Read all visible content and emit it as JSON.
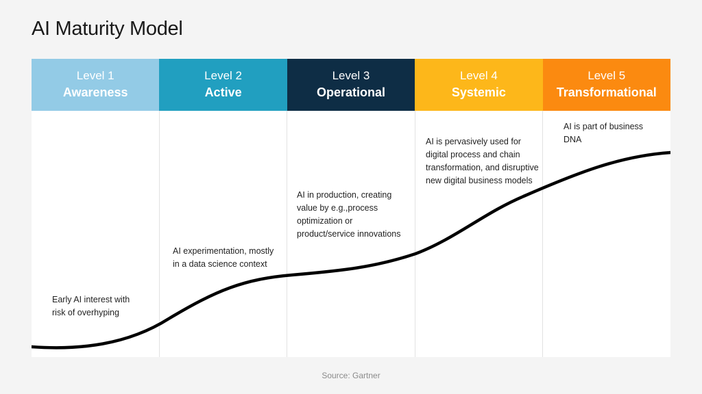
{
  "title": "AI Maturity Model",
  "levels": [
    {
      "number": "Level 1",
      "name": "Awareness",
      "color": "#93cbe6",
      "description": "Early AI interest with risk of overhyping"
    },
    {
      "number": "Level 2",
      "name": "Active",
      "color": "#219fc0",
      "description": "AI experimentation, mostly in a data science context"
    },
    {
      "number": "Level 3",
      "name": "Operational",
      "color": "#0e2d45",
      "description": "AI in production, creating value by e.g.,process optimization or product/service innovations"
    },
    {
      "number": "Level 4",
      "name": "Systemic",
      "color": "#fdb71a",
      "description": "AI is pervasively used for digital process and chain transformation, and disruptive new digital business models"
    },
    {
      "number": "Level 5",
      "name": "Transformational",
      "color": "#fb8a10",
      "description": "AI is part of business DNA"
    }
  ],
  "source": "Source: Gartner"
}
